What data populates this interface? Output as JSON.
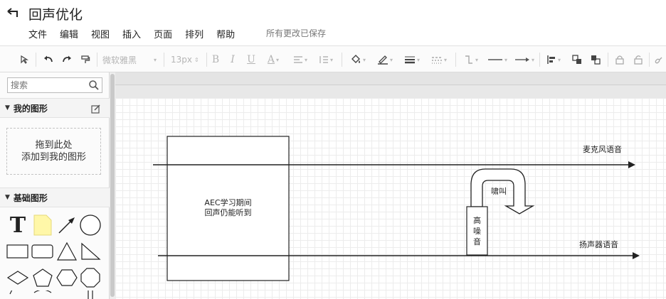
{
  "document": {
    "title": "回声优化",
    "save_status": "所有更改已保存"
  },
  "menu": [
    "文件",
    "编辑",
    "视图",
    "插入",
    "页面",
    "排列",
    "帮助"
  ],
  "toolbar": {
    "font": "微软雅黑",
    "font_size": "13px",
    "bold": "B",
    "italic": "I",
    "underline": "U",
    "font_color": "A"
  },
  "sidebar": {
    "search_placeholder": "搜索",
    "my_shapes": {
      "title": "我的图形",
      "drop_line1": "拖到此处",
      "drop_line2": "添加到我的图形"
    },
    "basic_shapes": {
      "title": "基础图形",
      "text_tool": "T"
    }
  },
  "diagram": {
    "box_line1": "AEC学习期间",
    "box_line2": "回声仍能听到",
    "mic_label": "麦克风语音",
    "speaker_label": "扬声器语音",
    "howl_label": "啸叫",
    "noise_c1": "高",
    "noise_c2": "噪",
    "noise_c3": "音"
  }
}
